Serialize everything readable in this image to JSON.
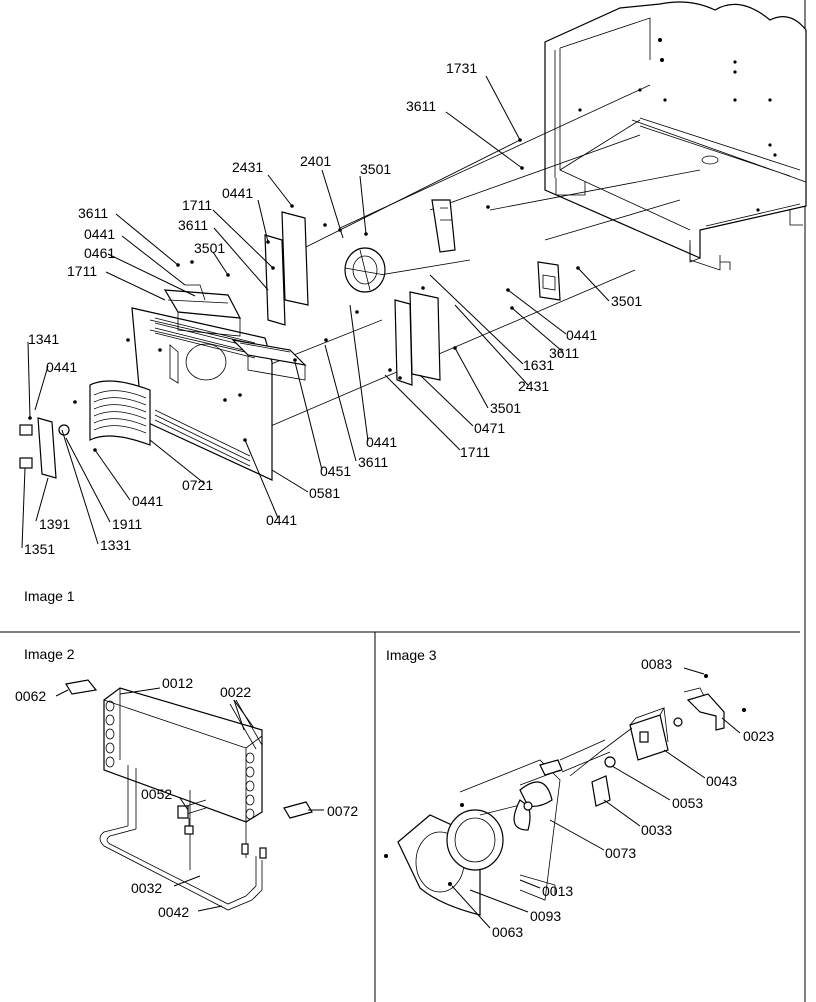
{
  "panels": {
    "image1": {
      "title": "Image 1"
    },
    "image2": {
      "title": "Image 2"
    },
    "image3": {
      "title": "Image 3"
    }
  },
  "image1_labels": {
    "l1731": "1731",
    "l3611a": "3611",
    "l2431a": "2431",
    "l2401": "2401",
    "l3501a": "3501",
    "l0441a": "0441",
    "l1711a": "1711",
    "l3611b": "3611",
    "l3611c": "3611",
    "l0441b": "0441",
    "l0461": "0461",
    "l3501b": "3501",
    "l1711b": "1711",
    "l1341": "1341",
    "l0441c": "0441",
    "l3501c": "3501",
    "l0441d": "0441",
    "l3611d": "3611",
    "l1631": "1631",
    "l2431b": "2431",
    "l3501d": "3501",
    "l0471": "0471",
    "l1711c": "1711",
    "l0441e": "0441",
    "l3611e": "3611",
    "l0451": "0451",
    "l0581": "0581",
    "l0721": "0721",
    "l0441f": "0441",
    "l0441g": "0441",
    "l1391": "1391",
    "l1911": "1911",
    "l1331": "1331",
    "l1351": "1351"
  },
  "image2_labels": {
    "l0062": "0062",
    "l0012": "0012",
    "l0022": "0022",
    "l0052": "0052",
    "l0072": "0072",
    "l0032": "0032",
    "l0042": "0042"
  },
  "image3_labels": {
    "l0083": "0083",
    "l0023": "0023",
    "l0043": "0043",
    "l0053": "0053",
    "l0033": "0033",
    "l0073": "0073",
    "l0013": "0013",
    "l0093": "0093",
    "l0063": "0063"
  }
}
